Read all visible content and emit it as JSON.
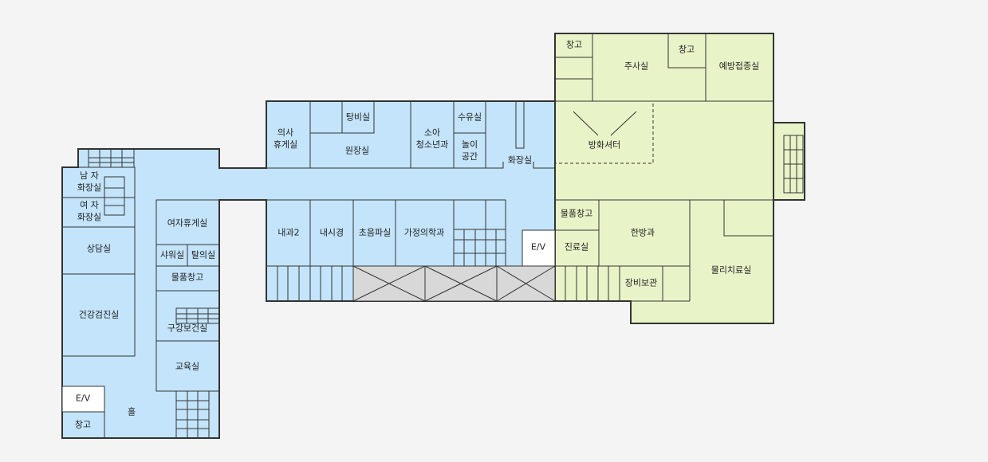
{
  "colors": {
    "blue_zone": "#c3e4fa",
    "green_zone": "#e8f4c8",
    "wall": "#333333",
    "white_room": "#ffffff",
    "background": "#f4f4f4"
  },
  "rooms": {
    "male_restroom": "남 자\n화장실",
    "female_restroom": "여 자\n화장실",
    "counseling": "상담실",
    "health_checkup": "건강검진실",
    "elevator_west": "E/V",
    "storage_west": "창고",
    "hall": "홀",
    "women_lounge": "여자휴게실",
    "shower": "샤워실",
    "changing": "탈의실",
    "supply_storage_west": "물품창고",
    "oral_health": "구강보건실",
    "education": "교육실",
    "doctor_lounge": "의사\n휴게실",
    "tea_room": "탕비실",
    "director": "원장실",
    "pediatrics": "소아\n청소년과",
    "nursing": "수유실",
    "play_area": "놀이\n공간",
    "restroom_center": "화장실",
    "internal_medicine": "내과2",
    "vision": "내시경",
    "ultrasound": "초음파실",
    "family_medicine": "가정의학과",
    "elevator_center": "E/V",
    "storage_ne1": "창고",
    "injection": "주사실",
    "storage_ne2": "창고",
    "vaccination": "예방접종실",
    "fire_shutter": "방화셔터",
    "supply_storage_east": "물품창고",
    "clinic": "진료실",
    "oriental_medicine": "한방과",
    "equipment_storage": "장비보관",
    "physical_therapy": "물리치료실"
  }
}
